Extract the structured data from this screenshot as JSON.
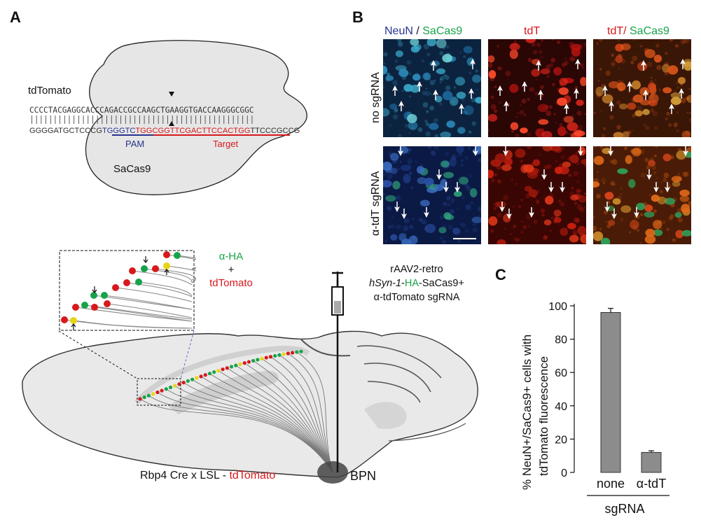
{
  "panels": {
    "a": {
      "letter": "A",
      "gene_label": "tdTomato",
      "top_strand": "CCCCTACGAGGCACCCAGACCGCCAAGCTGAAGGTGACCAAGGGCGGC",
      "bottom_prefix": "GGGGATGCTCCCG",
      "bottom_pam": "TGGGTC",
      "bottom_target": "TGGCGGTTCGACTTCCACTGG",
      "bottom_suffix": "TTCCCGCCG",
      "pam_label": "PAM",
      "target_label": "Target",
      "protein_label": "SaCas9",
      "inset_line1": "α-HA",
      "inset_plus": "+",
      "inset_line2": "tdTomato",
      "virus_line1": "rAAV2-retro",
      "virus_line2_a": "hSyn-1",
      "virus_line2_b": "-",
      "virus_line2_c": "HA",
      "virus_line2_d": "-SaCas9+",
      "virus_line3": "α-tdTomato sgRNA",
      "mouse_label_a": "Rbp4 Cre x LSL - ",
      "mouse_label_b": "tdTomato",
      "injection_site": "BPN"
    },
    "b": {
      "letter": "B",
      "col1_a": "NeuN",
      "col1_sep": " / ",
      "col1_b": "SaCas9",
      "col2": "tdT",
      "col3_a": "tdT/",
      "col3_b": " SaCas9",
      "row1": "no sgRNA",
      "row2": "α-tdT sgRNA"
    },
    "c": {
      "letter": "C",
      "ylabel_line1": "% NeuN+/SaCas9+ cells with",
      "ylabel_line2": "tdTomato fluorescence",
      "xlabel": "sgRNA",
      "yticks": [
        "0",
        "20",
        "40",
        "60",
        "80",
        "100"
      ]
    }
  },
  "colors": {
    "red": "#d7191c",
    "green": "#18a349",
    "blue": "#27338f",
    "gray_bar": "#8c8c8c"
  },
  "chart_data": {
    "type": "bar",
    "categories": [
      "none",
      "α-tdT"
    ],
    "values": [
      96,
      12
    ],
    "errors": [
      2.5,
      1
    ],
    "title": "",
    "xlabel": "sgRNA",
    "ylabel": "% NeuN+/SaCas9+ cells with tdTomato fluorescence",
    "ylim": [
      0,
      100
    ],
    "grid": false
  }
}
